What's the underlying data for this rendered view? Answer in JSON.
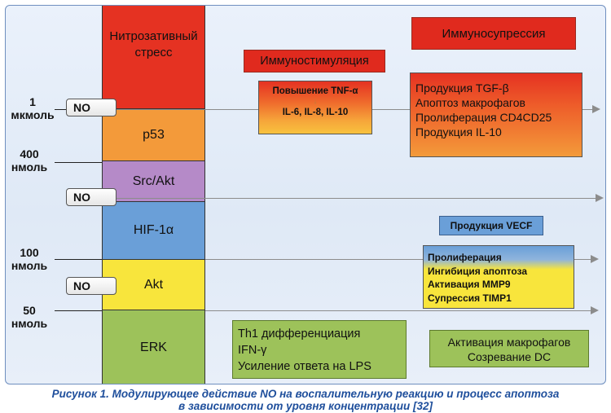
{
  "segments": {
    "nitrosative": "Нитрозативный стресс",
    "p53": "p53",
    "srcakt": "Src/Akt",
    "hif": "HIF-1α",
    "akt": "Akt",
    "erk": "ERK"
  },
  "concentrations": {
    "c1_value": "1",
    "c1_unit": "мкмоль",
    "c400_value": "400",
    "c400_unit": "нмоль",
    "c100_value": "100",
    "c100_unit": "нмоль",
    "c50_value": "50",
    "c50_unit": "нмоль"
  },
  "no_label": "NO",
  "boxes": {
    "immunosuppression": "Иммуносупрессия",
    "immunostimulation": "Иммуностимуляция",
    "tnf_title": "Повышение TNF-α",
    "tnf_items": "IL-6, IL-8, IL-10",
    "tgf_lines": [
      "Продукция TGF-β",
      "Апоптоз макрофагов",
      "Пролиферация CD4CD25",
      "Продукция IL-10"
    ],
    "vecf": "Продукция VECF",
    "prolif_lines": [
      "Пролиферация",
      "Ингибиция апоптоза",
      "Активация MMP9",
      "Супрессия TIMP1"
    ],
    "th1_lines": [
      "Th1 дифференциация",
      "IFN-γ",
      "Усиление ответа на LPS"
    ],
    "macro_lines": [
      "Активация макрофагов",
      "Созревание DC"
    ]
  },
  "caption": {
    "line1": "Рисунок 1. Модулирующее действие NO на воспалительную реакцию и процесс апоптоза",
    "line2": "в зависимости от уровня концентрации [32]"
  },
  "colors": {
    "red": "#e53222",
    "orange": "#f39a3a",
    "purple": "#b58ac8",
    "blue": "#6a9fd8",
    "yellow": "#f8e53c",
    "green": "#9dc25a",
    "caption": "#1f4f9c"
  }
}
